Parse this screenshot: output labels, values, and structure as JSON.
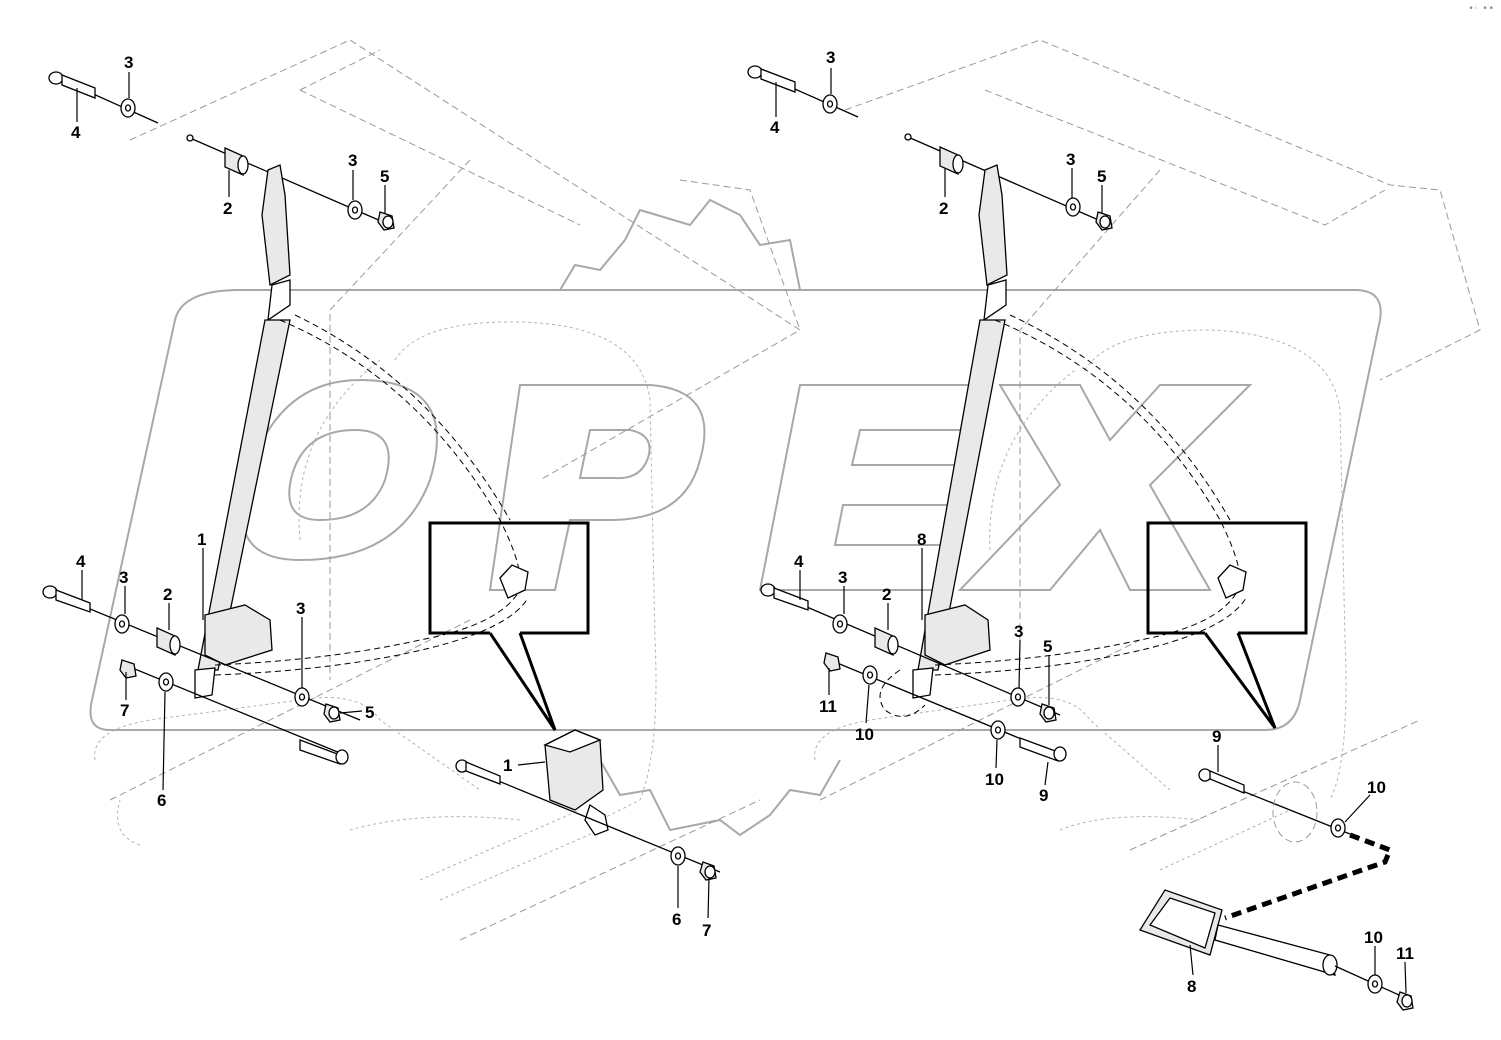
{
  "diagram": {
    "watermark": "OPEX",
    "corner_icon": "dots-icon",
    "left_assembly": {
      "callouts": [
        {
          "id": "l-3a",
          "label": "3"
        },
        {
          "id": "l-4a",
          "label": "4"
        },
        {
          "id": "l-2a",
          "label": "2"
        },
        {
          "id": "l-3b",
          "label": "3"
        },
        {
          "id": "l-5a",
          "label": "5"
        },
        {
          "id": "l-1a",
          "label": "1"
        },
        {
          "id": "l-4b",
          "label": "4"
        },
        {
          "id": "l-3c",
          "label": "3"
        },
        {
          "id": "l-2b",
          "label": "2"
        },
        {
          "id": "l-3d",
          "label": "3"
        },
        {
          "id": "l-5b",
          "label": "5"
        },
        {
          "id": "l-7a",
          "label": "7"
        },
        {
          "id": "l-6a",
          "label": "6"
        },
        {
          "id": "l-1b",
          "label": "1"
        },
        {
          "id": "l-6b",
          "label": "6"
        },
        {
          "id": "l-7b",
          "label": "7"
        }
      ]
    },
    "right_assembly": {
      "callouts": [
        {
          "id": "r-3a",
          "label": "3"
        },
        {
          "id": "r-4a",
          "label": "4"
        },
        {
          "id": "r-2a",
          "label": "2"
        },
        {
          "id": "r-3b",
          "label": "3"
        },
        {
          "id": "r-5a",
          "label": "5"
        },
        {
          "id": "r-8a",
          "label": "8"
        },
        {
          "id": "r-4b",
          "label": "4"
        },
        {
          "id": "r-3c",
          "label": "3"
        },
        {
          "id": "r-2b",
          "label": "2"
        },
        {
          "id": "r-3d",
          "label": "3"
        },
        {
          "id": "r-5b",
          "label": "5"
        },
        {
          "id": "r-11a",
          "label": "11"
        },
        {
          "id": "r-10a",
          "label": "10"
        },
        {
          "id": "r-10b",
          "label": "10"
        },
        {
          "id": "r-9a",
          "label": "9"
        },
        {
          "id": "r-9b",
          "label": "9"
        },
        {
          "id": "r-10c",
          "label": "10"
        },
        {
          "id": "r-8b",
          "label": "8"
        },
        {
          "id": "r-10d",
          "label": "10"
        },
        {
          "id": "r-11b",
          "label": "11"
        }
      ]
    }
  }
}
